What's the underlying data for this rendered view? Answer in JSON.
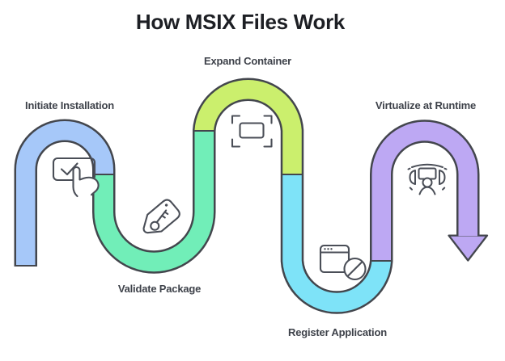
{
  "diagram": {
    "title": "How MSIX Files Work",
    "type": "process-flow-snake",
    "flow_end": "down-arrow",
    "steps": [
      {
        "order": 1,
        "label": "Initiate Installation",
        "color": "#a6c8f9",
        "icon": "tap-checkbox-icon",
        "label_position": "above-first-arch"
      },
      {
        "order": 2,
        "label": "Validate Package",
        "color": "#71eeb8",
        "icon": "key-tag-icon",
        "label_position": "below-first-dip"
      },
      {
        "order": 3,
        "label": "Expand Container",
        "color": "#cbef6d",
        "icon": "container-frame-icon",
        "label_position": "above-middle-arch"
      },
      {
        "order": 4,
        "label": "Register Application",
        "color": "#7ee3f8",
        "icon": "app-window-blocked-icon",
        "label_position": "below-second-dip"
      },
      {
        "order": 5,
        "label": "Virtualize at Runtime",
        "color": "#bda8f3",
        "icon": "virtual-environment-icon",
        "label_position": "above-last-arch"
      }
    ],
    "colors": {
      "outline": "#43464d",
      "icon_stroke": "#4a4e57",
      "icon_fill": "#ffffff",
      "label_text": "#3e424a",
      "title_text": "#1d1f24",
      "background": "#ffffff"
    }
  }
}
